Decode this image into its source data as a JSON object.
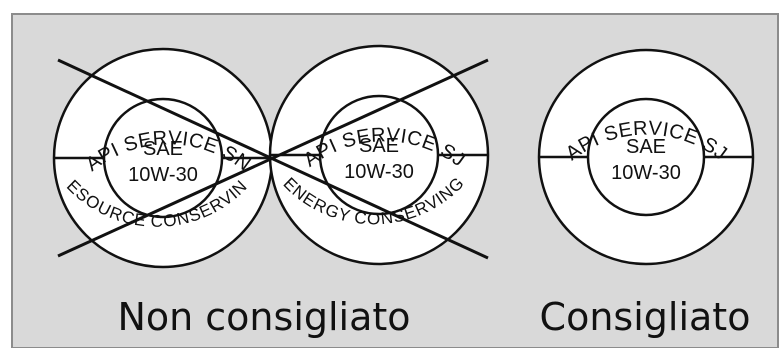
{
  "colors": {
    "panel_bg": "#d9d9d9",
    "panel_border": "#8c8c8c",
    "symbol_fill": "#ffffff",
    "ink": "#111111"
  },
  "symbols": [
    {
      "top_text": "API SERVICE SN",
      "center_line1": "SAE",
      "center_line2": "10W-30",
      "bottom_text": "RESOURCE CONSERVING",
      "crossed_out": true
    },
    {
      "top_text": "API SERVICE SJ",
      "center_line1": "SAE",
      "center_line2": "10W-30",
      "bottom_text": "ENERGY CONSERVING",
      "crossed_out": true
    },
    {
      "top_text": "API SERVICE SJ",
      "center_line1": "SAE",
      "center_line2": "10W-30",
      "bottom_text": "",
      "crossed_out": false
    }
  ],
  "captions": {
    "not_recommended": "Non consigliato",
    "recommended": "Consigliato"
  }
}
